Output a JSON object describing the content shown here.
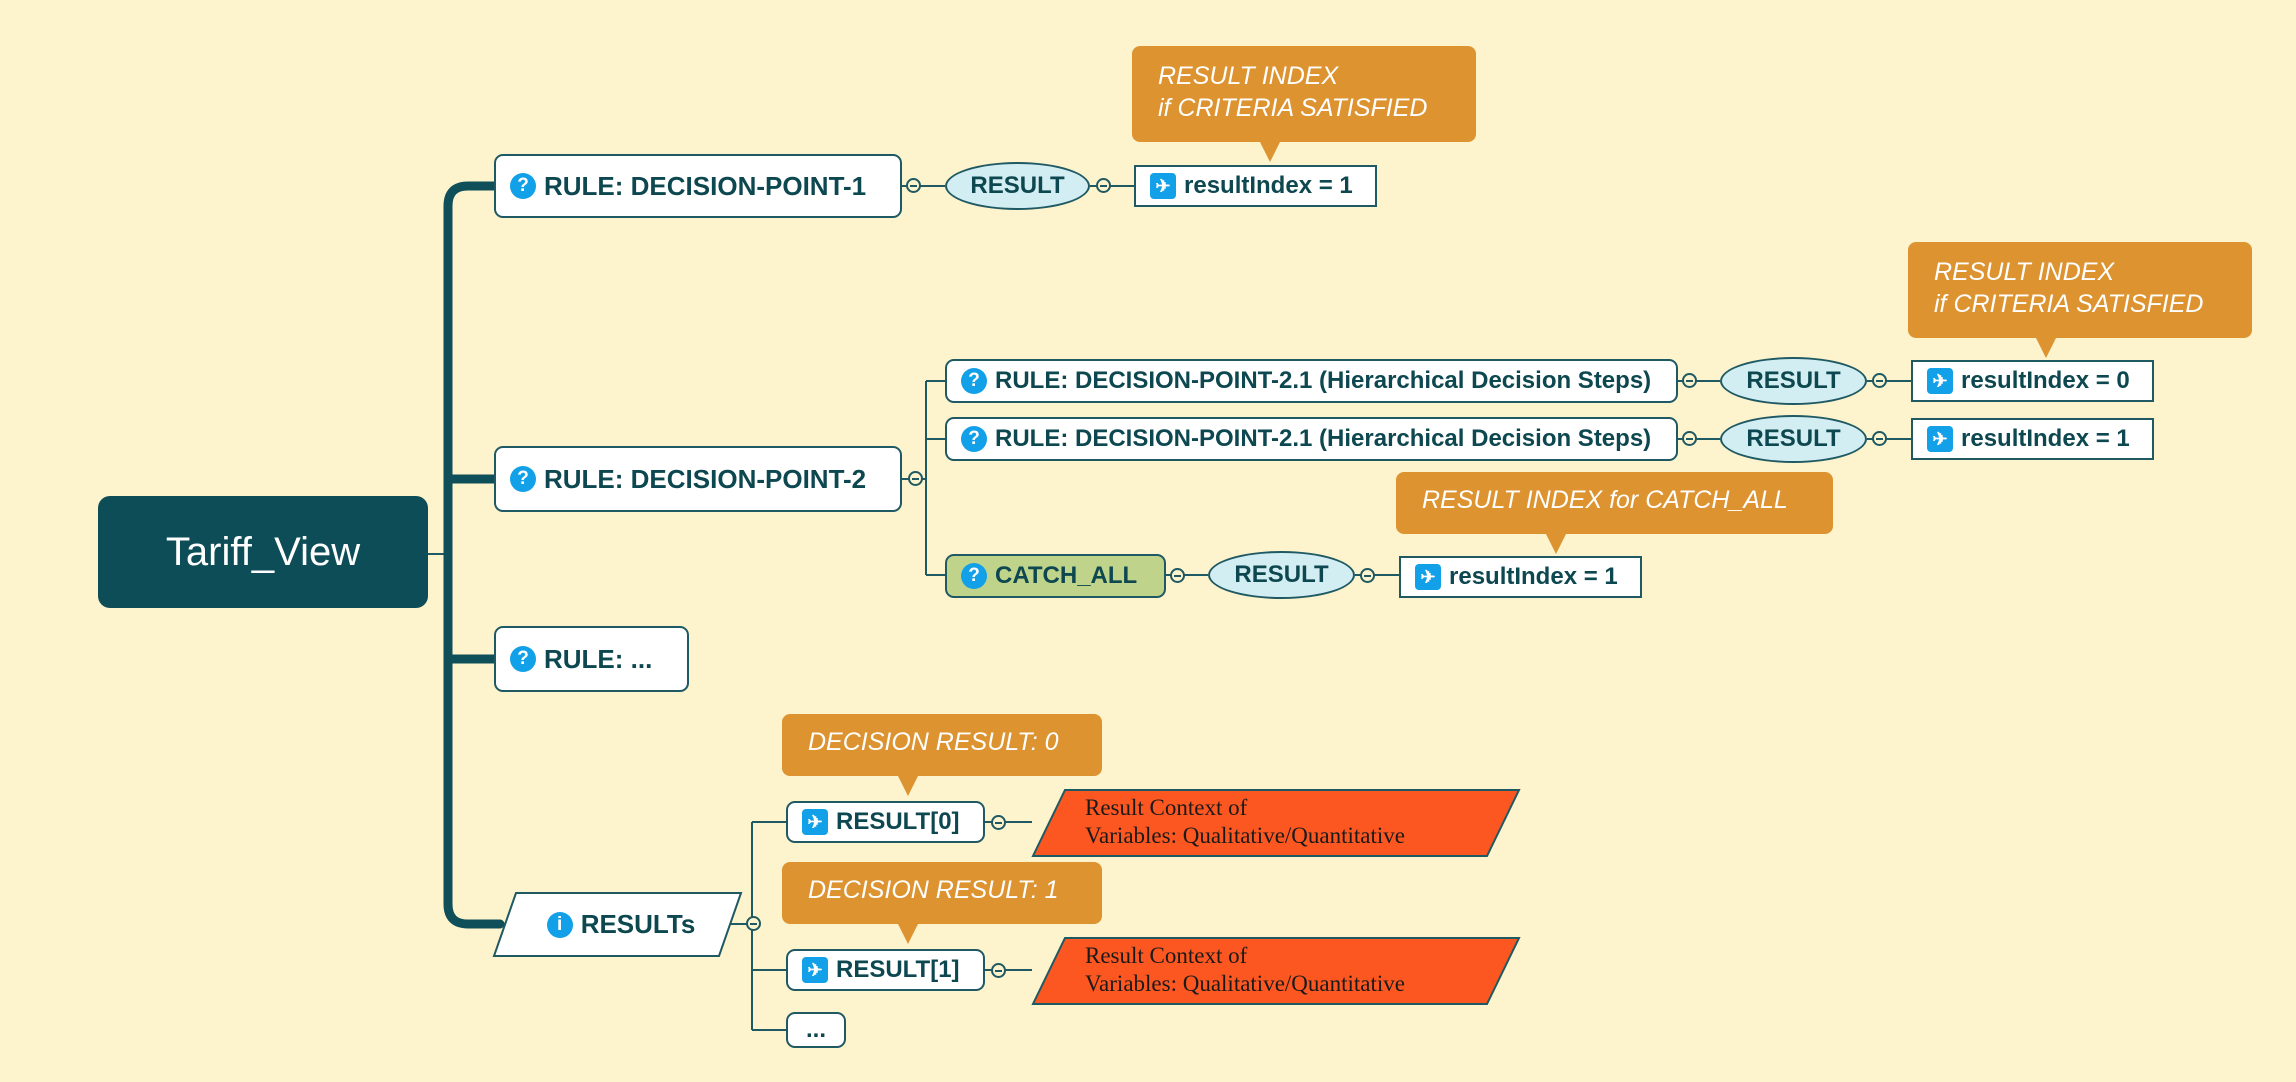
{
  "root": {
    "label": "Tariff_View"
  },
  "rules": [
    {
      "label": "RULE: DECISION-POINT-1"
    },
    {
      "label": "RULE: DECISION-POINT-2"
    },
    {
      "label": "RULE: ..."
    }
  ],
  "rule1": {
    "result_label": "RESULT",
    "index_label": "resultIndex = 1",
    "callout_line1": "RESULT INDEX",
    "callout_line2": "if CRITERIA SATISFIED"
  },
  "rule2": {
    "children": [
      {
        "label": "RULE: DECISION-POINT-2.1 (Hierarchical Decision Steps)",
        "result_label": "RESULT",
        "index_label": "resultIndex = 0"
      },
      {
        "label": "RULE: DECISION-POINT-2.1 (Hierarchical Decision Steps)",
        "result_label": "RESULT",
        "index_label": "resultIndex = 1"
      }
    ],
    "callout_line1": "RESULT INDEX",
    "callout_line2": "if CRITERIA SATISFIED",
    "catch_all": {
      "label": "CATCH_ALL",
      "result_label": "RESULT",
      "index_label": "resultIndex = 1",
      "callout": "RESULT INDEX for CATCH_ALL"
    }
  },
  "results": {
    "label": "RESULTs",
    "items": [
      {
        "label": "RESULT[0]",
        "callout": "DECISION RESULT: 0",
        "context_line1": "Result Context of",
        "context_line2": "Variables: Qualitative/Quantitative"
      },
      {
        "label": "RESULT[1]",
        "callout": "DECISION RESULT: 1",
        "context_line1": "Result Context of",
        "context_line2": "Variables: Qualitative/Quantitative"
      }
    ],
    "more_label": "..."
  },
  "icons": {
    "rule": "question-icon",
    "result": "plane-icon",
    "results": "info-icon"
  },
  "colors": {
    "background": "#fdf3cc",
    "root": "#0d4d57",
    "line": "#1f5964",
    "callout": "#dc9330",
    "result_ellipse": "#d3eef2",
    "catch_all": "#bfd38a",
    "context": "#fd5721",
    "icon": "#12a0e8"
  }
}
